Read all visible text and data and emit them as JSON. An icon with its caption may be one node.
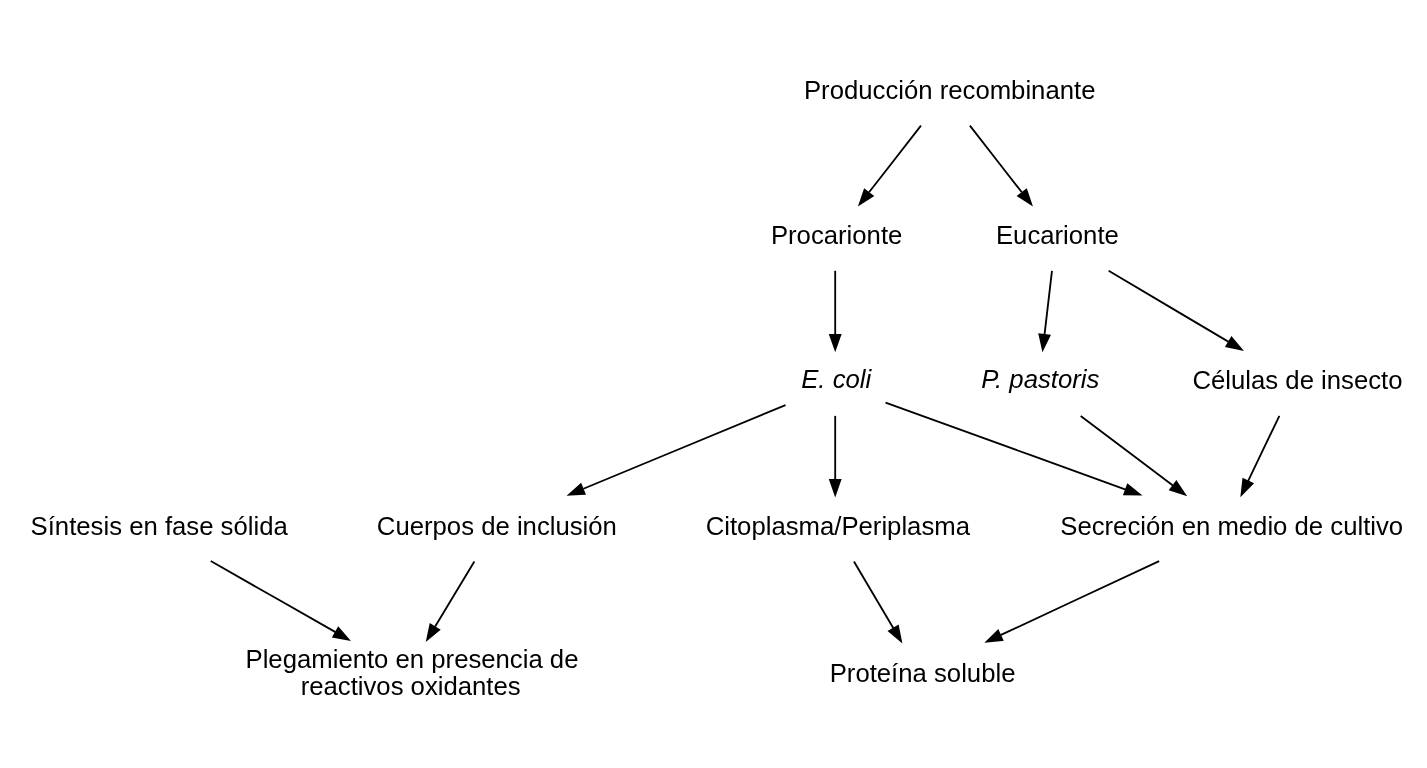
{
  "diagram": {
    "nodes": [
      {
        "text": [
          "Síntesis en fase sólida"
        ]
      },
      {
        "text": [
          "Producción recombinante"
        ]
      },
      {
        "text": [
          "Procarionte"
        ]
      },
      {
        "text": [
          "Eucarionte"
        ]
      },
      {
        "text": [
          "E. coli"
        ]
      },
      {
        "text": [
          "P. pastoris"
        ]
      },
      {
        "text": [
          "Células de insecto"
        ]
      },
      {
        "text": [
          "Cuerpos de inclusión"
        ]
      },
      {
        "text": [
          "Secreción en medio de cultivo"
        ]
      },
      {
        "text": [
          "Citoplasma/Periplasma"
        ]
      },
      {
        "text": [
          "Plegamiento en presencia de reactivos oxidantes"
        ]
      },
      {
        "text": [
          "Proteína soluble"
        ]
      }
    ],
    "edges": [
      {
        "from": 0,
        "to": 10,
        "arrow": "to"
      },
      {
        "from": 1,
        "to": 2,
        "arrow": "to"
      },
      {
        "from": 1,
        "to": 3,
        "arrow": "to"
      },
      {
        "from": 2,
        "to": 4,
        "arrow": "to"
      },
      {
        "from": 3,
        "to": 5,
        "arrow": "to"
      },
      {
        "from": 3,
        "to": 6,
        "arrow": "to"
      },
      {
        "from": 4,
        "to": 7,
        "arrow": "to"
      },
      {
        "from": 4,
        "to": 9,
        "arrow": "to"
      },
      {
        "from": 4,
        "to": 8,
        "arrow": "to"
      },
      {
        "from": 5,
        "to": 8,
        "arrow": "to"
      },
      {
        "from": 6,
        "to": 8,
        "arrow": "to"
      },
      {
        "from": 7,
        "to": 10,
        "arrow": "to"
      },
      {
        "from": 9,
        "to": 11,
        "arrow": "to"
      },
      {
        "from": 8,
        "to": 11,
        "arrow": "to"
      }
    ]
  }
}
